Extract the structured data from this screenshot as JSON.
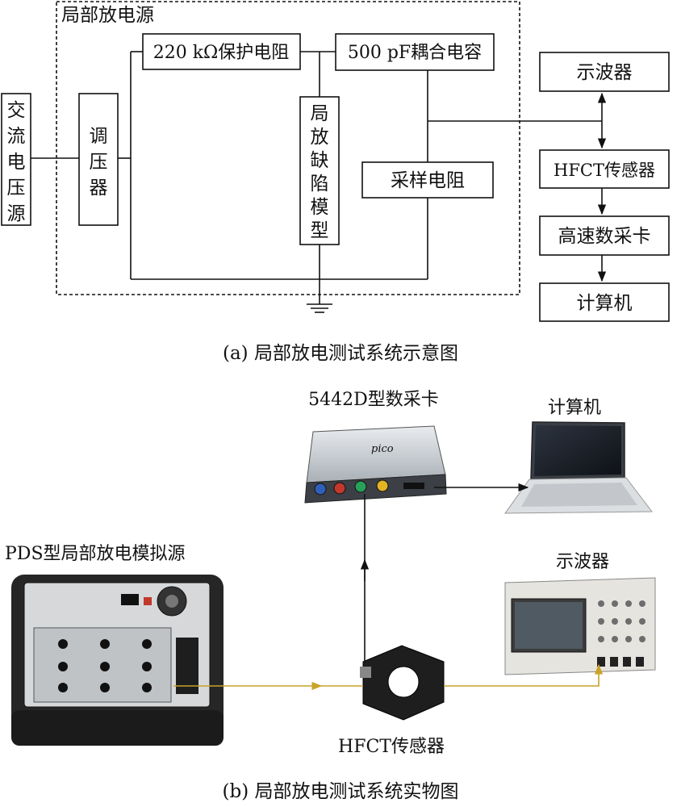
{
  "part_a": {
    "caption": "(a) 局部放电测试系统示意图",
    "dashed_region_label": "局部放电源",
    "ac_source": [
      "交",
      "流",
      "电",
      "压",
      "源"
    ],
    "regulator": [
      "调",
      "压",
      "器"
    ],
    "protect_resistor": "220 kΩ保护电阻",
    "coupling_capacitor": "500 pF耦合电容",
    "defect_model": [
      "局",
      "放",
      "缺",
      "陷",
      "模",
      "型"
    ],
    "sampling_resistor": "采样电阻",
    "oscilloscope": "示波器",
    "hfct": "HFCT传感器",
    "daq": "高速数采卡",
    "computer": "计算机"
  },
  "part_b": {
    "caption": "(b) 局部放电测试系统实物图",
    "daq_label": "5442D型数采卡",
    "daq_brand": "pico",
    "computer_label": "计算机",
    "pds_label": "PDS型局部放电模拟源",
    "oscilloscope_label": "示波器",
    "hfct_label": "HFCT传感器"
  },
  "colors": {
    "line": "#111111",
    "signal_cable": "#c9a227",
    "daq_body": "#cfd4d8",
    "case": "#2b2b2b",
    "scope_body": "#e6e4df"
  }
}
